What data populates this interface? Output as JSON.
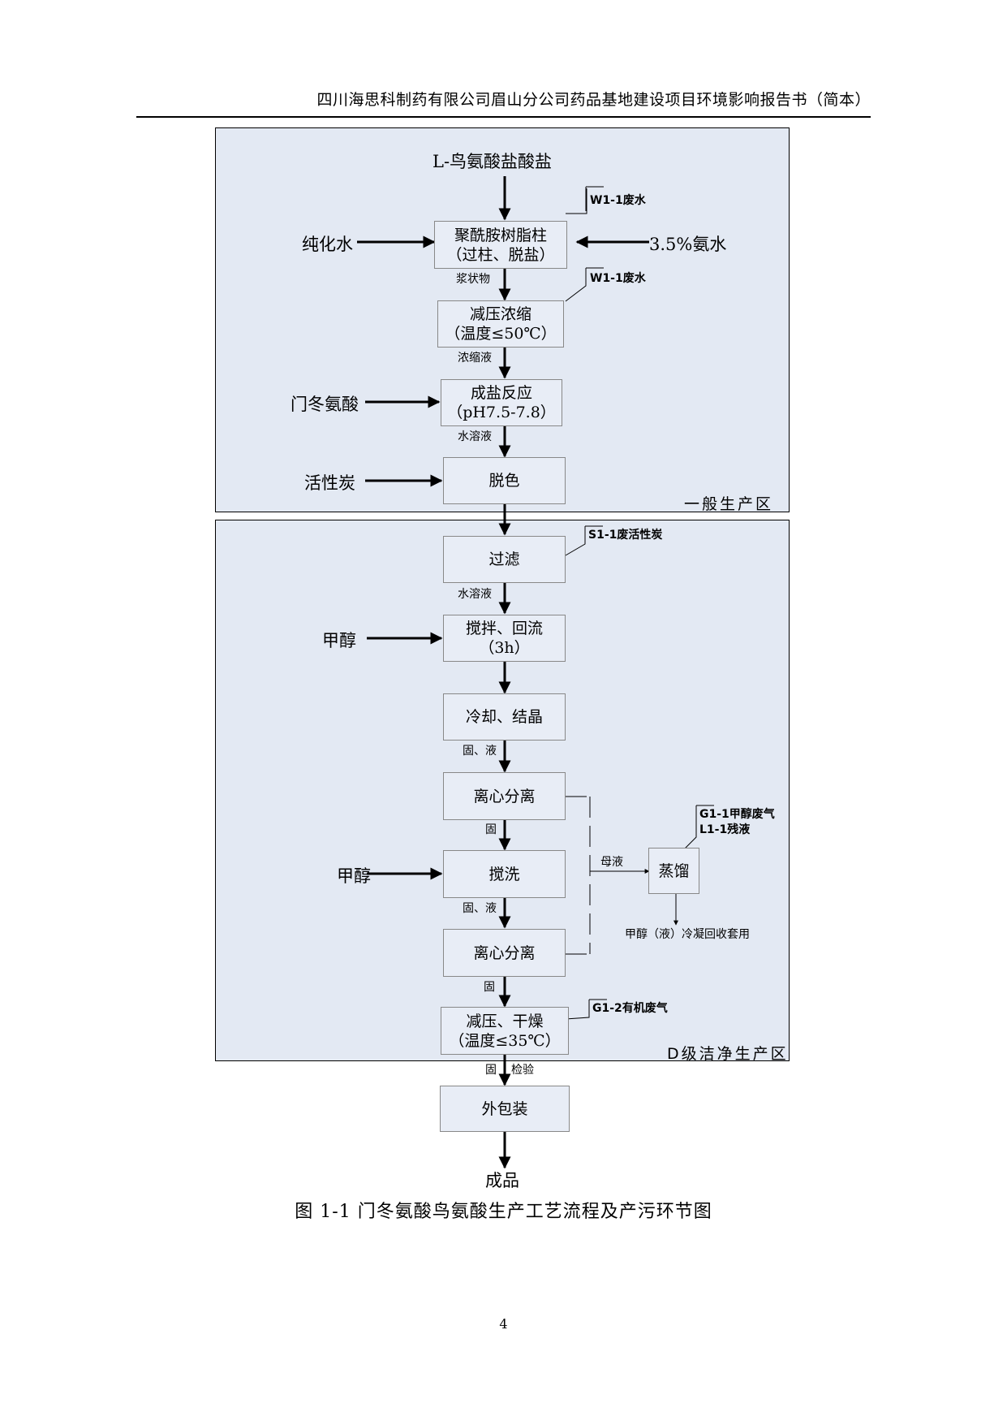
{
  "header": {
    "title": "四川海思科制药有限公司眉山分公司药品基地建设项目环境影响报告书（简本）"
  },
  "zones": {
    "general": "一般生产区",
    "clean": "D级洁净生产区"
  },
  "inputs": {
    "raw": "L-鸟氨酸盐酸盐",
    "water": "纯化水",
    "ammonia": "3.5%氨水",
    "asparagine": "门冬氨酸",
    "carbon": "活性炭",
    "methanol1": "甲醇",
    "methanol2": "甲醇"
  },
  "steps": {
    "resin": {
      "line1": "聚酰胺树脂柱",
      "line2": "（过柱、脱盐）"
    },
    "concentrate": {
      "line1": "减压浓缩",
      "line2": "（温度≤50℃）"
    },
    "salt": {
      "line1": "成盐反应",
      "line2": "（pH7.5-7.8）"
    },
    "decolor": {
      "line1": "脱色"
    },
    "filter": {
      "line1": "过滤"
    },
    "reflux": {
      "line1": "搅拌、回流",
      "line2": "（3h）"
    },
    "crystal": {
      "line1": "冷却、结晶"
    },
    "centrifuge1": {
      "line1": "离心分离"
    },
    "wash": {
      "line1": "搅洗"
    },
    "centrifuge2": {
      "line1": "离心分离"
    },
    "dry": {
      "line1": "减压、干燥",
      "line2": "（温度≤35℃）"
    },
    "pack": {
      "line1": "外包装"
    },
    "distill": {
      "line1": "蒸馏"
    }
  },
  "flows": {
    "slurry": "浆状物",
    "concentrate_liquid": "浓缩液",
    "aqueous1": "水溶液",
    "aqueous2": "水溶液",
    "solid_liquid1": "固、液",
    "solid1": "固",
    "solid_liquid2": "固、液",
    "solid2": "固",
    "solid3": "固",
    "inspect": "检验",
    "mother_liquor": "母液",
    "recycle": "甲醇（液）冷凝回收套用",
    "product": "成品"
  },
  "pollutants": {
    "w1a": "W1-1废水",
    "w1b": "W1-1废水",
    "s1": "S1-1废活性炭",
    "g1_1": "G1-1甲醇废气",
    "l1_1": "L1-1残液",
    "g1_2": "G1-2有机废气"
  },
  "caption": "图 1-1    门冬氨酸鸟氨酸生产工艺流程及产污环节图",
  "page_number": "4"
}
